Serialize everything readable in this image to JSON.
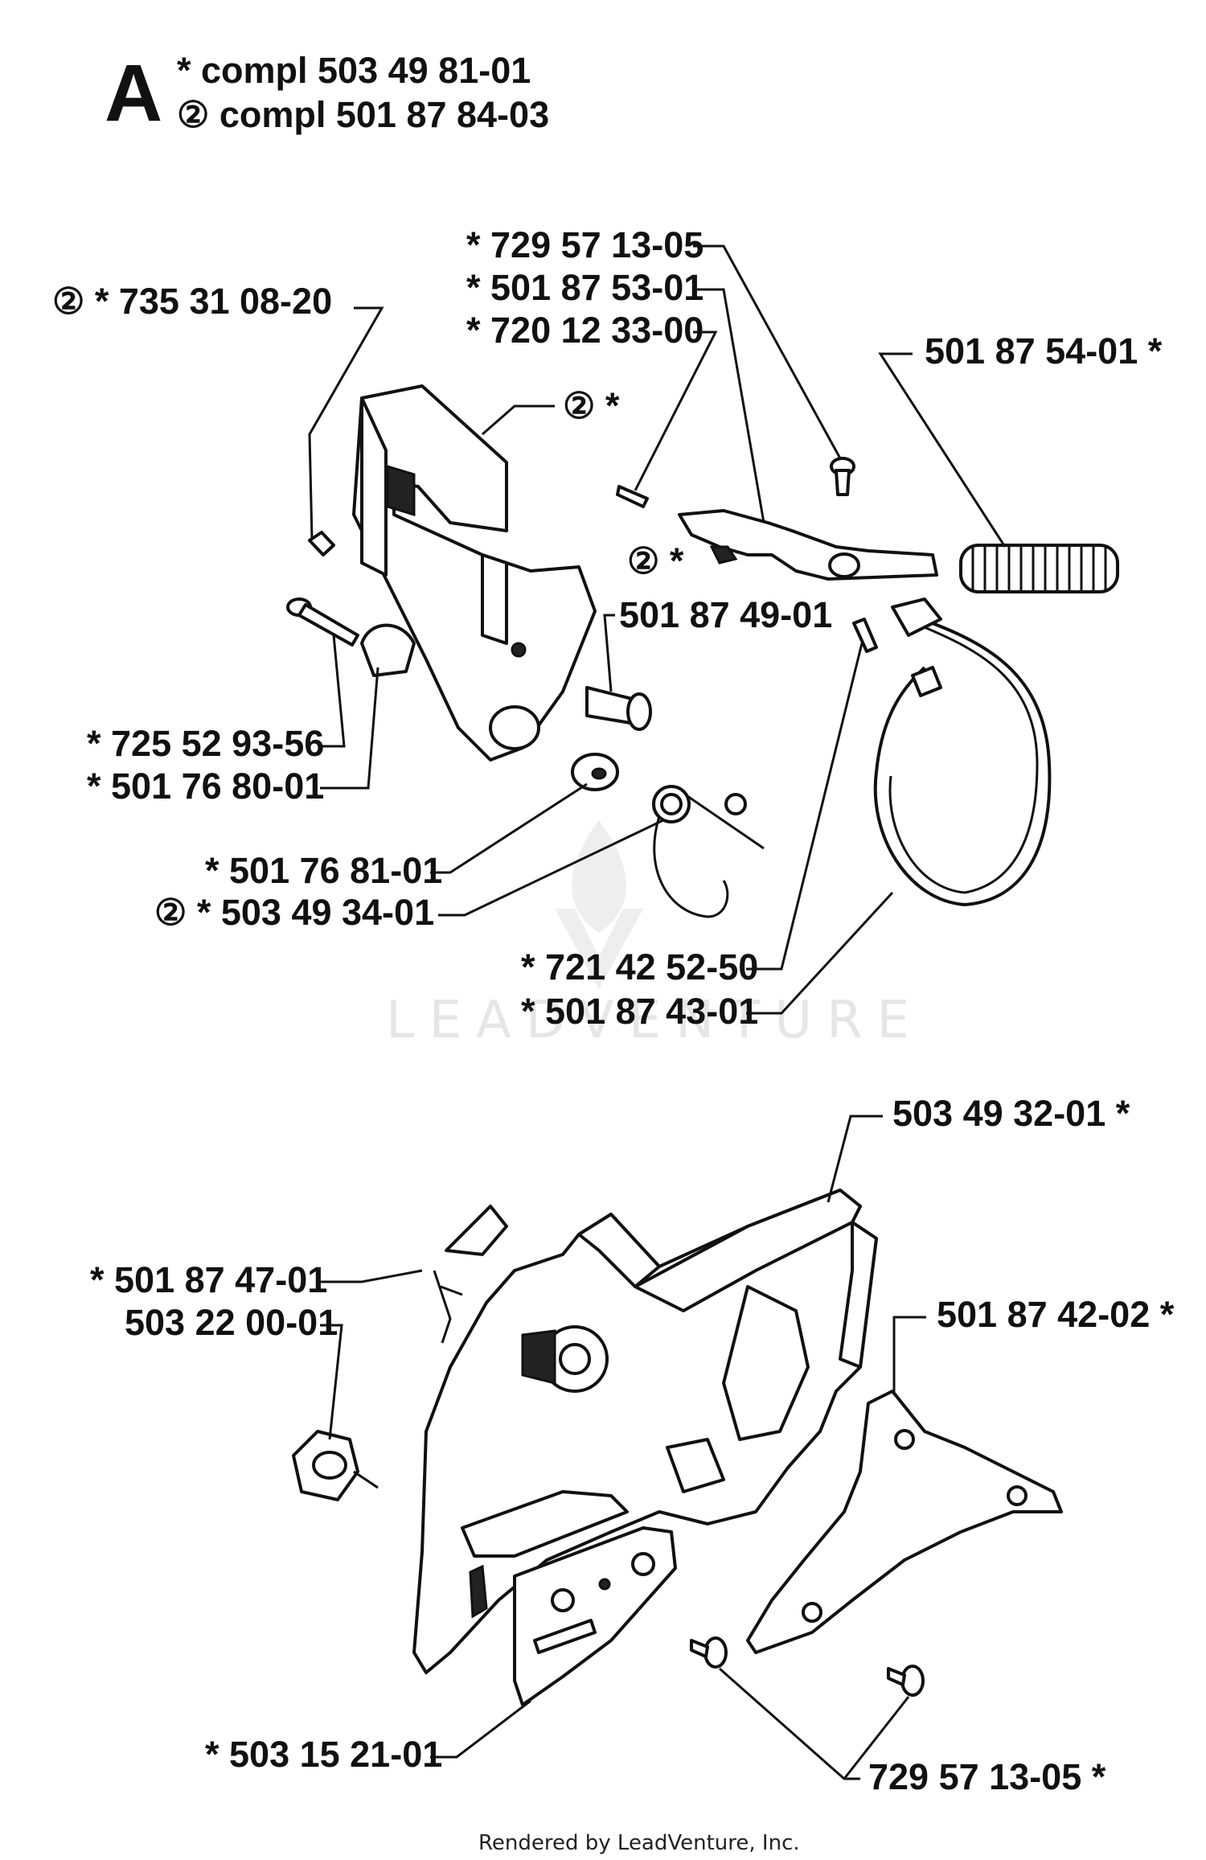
{
  "header": {
    "letter": "A",
    "line1": "*  compl 503 49 81-01",
    "line2": "② compl 501 87 84-03"
  },
  "labels": {
    "p735310820": "②  *  735 31 08-20",
    "p729571305_top": "*  729 57 13-05",
    "p501875301": "*  501 87 53-01",
    "p720123300": "*  720 12 33-00",
    "p501875401": "501 87 54-01  *",
    "sym_cover": "②  *",
    "sym_lever": "②  *",
    "p501874901": "501 87 49-01",
    "p725529356": "*  725 52 93-56",
    "p501768001": "*  501 76 80-01",
    "p501768101": "*  501 76 81-01",
    "p503493401": "②  *  503 49 34-01",
    "p721425250": "*  721 42 52-50",
    "p501874301": "*  501 87 43-01",
    "p503493201": "503 49 32-01  *",
    "p501874701": "*  501 87 47-01",
    "p503220001": "503 22 00-01",
    "p501874202": "501 87 42-02  *",
    "p503152101": "*  503 15 21-01",
    "p729571305_bot": "729 57 13-05  *"
  },
  "watermark": "LEADVENTURE",
  "footer": "Rendered by LeadVenture, Inc."
}
